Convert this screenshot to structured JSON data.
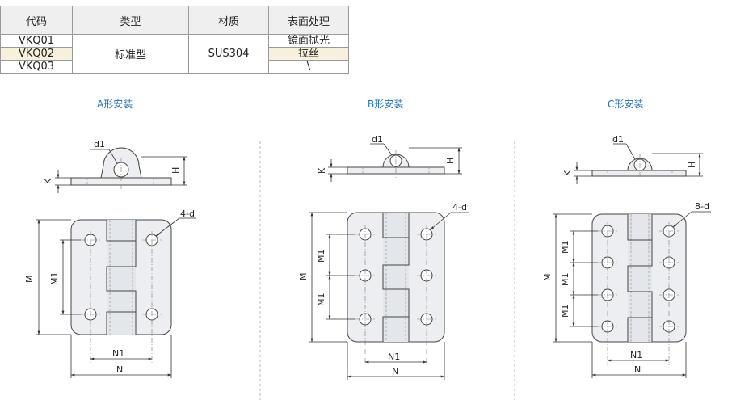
{
  "table": {
    "headers": [
      "代码",
      "类型",
      "材质",
      "表面处理"
    ],
    "rows": [
      {
        "code": "VKQ01",
        "finish": "镜面抛光"
      },
      {
        "code": "VKQ02",
        "finish": "拉丝"
      },
      {
        "code": "VKQ03",
        "finish": "\\"
      }
    ],
    "type": "标准型",
    "material": "SUS304"
  },
  "sections": {
    "a": {
      "title": "A形安装",
      "hole_label": "4-d"
    },
    "b": {
      "title": "B形安装",
      "hole_label": "4-d"
    },
    "c": {
      "title": "C形安装",
      "hole_label": "8-d"
    }
  },
  "dims": {
    "d1": "d1",
    "k": "K",
    "h": "H",
    "m": "M",
    "m1": "M1",
    "n": "N",
    "n1": "N1"
  },
  "colors": {
    "accent": "#1f6fb5",
    "highlight": "#f6f0dc",
    "header_bg": "#efefef"
  }
}
